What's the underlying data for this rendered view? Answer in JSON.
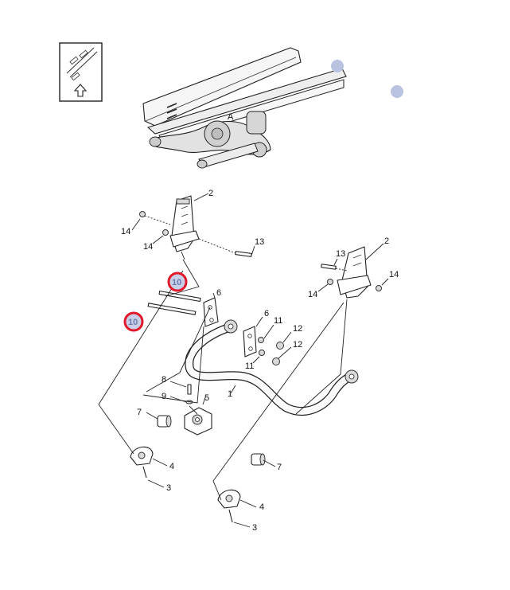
{
  "diagram": {
    "callouts": [
      {
        "id": "c-2-left",
        "label": "2"
      },
      {
        "id": "c-14-a",
        "label": "14"
      },
      {
        "id": "c-14-b",
        "label": "14"
      },
      {
        "id": "c-13-left",
        "label": "13"
      },
      {
        "id": "c-10-top",
        "label": "10",
        "highlighted": true
      },
      {
        "id": "c-10-bottom",
        "label": "10",
        "highlighted": true
      },
      {
        "id": "c-6-left",
        "label": "6"
      },
      {
        "id": "c-6-right",
        "label": "6"
      },
      {
        "id": "c-11-top",
        "label": "11"
      },
      {
        "id": "c-11-bottom",
        "label": "11"
      },
      {
        "id": "c-12-top",
        "label": "12"
      },
      {
        "id": "c-12-bottom",
        "label": "12"
      },
      {
        "id": "c-8",
        "label": "8"
      },
      {
        "id": "c-9",
        "label": "9"
      },
      {
        "id": "c-5",
        "label": "5"
      },
      {
        "id": "c-1",
        "label": "1"
      },
      {
        "id": "c-7-left",
        "label": "7"
      },
      {
        "id": "c-7-right",
        "label": "7"
      },
      {
        "id": "c-4-left",
        "label": "4"
      },
      {
        "id": "c-4-right",
        "label": "4"
      },
      {
        "id": "c-3-left",
        "label": "3"
      },
      {
        "id": "c-3-right",
        "label": "3"
      },
      {
        "id": "c-13-right",
        "label": "13"
      },
      {
        "id": "c-2-right",
        "label": "2"
      },
      {
        "id": "c-14-c",
        "label": "14"
      },
      {
        "id": "c-14-d",
        "label": "14"
      }
    ],
    "overview_label": "A",
    "colors": {
      "highlight_ring": "#e0192b",
      "highlight_fill": "#c8cfe6",
      "marker_dot": "#b9c3e0",
      "line": "#222222"
    },
    "icons": [
      "orientation-arrow-icon"
    ]
  }
}
